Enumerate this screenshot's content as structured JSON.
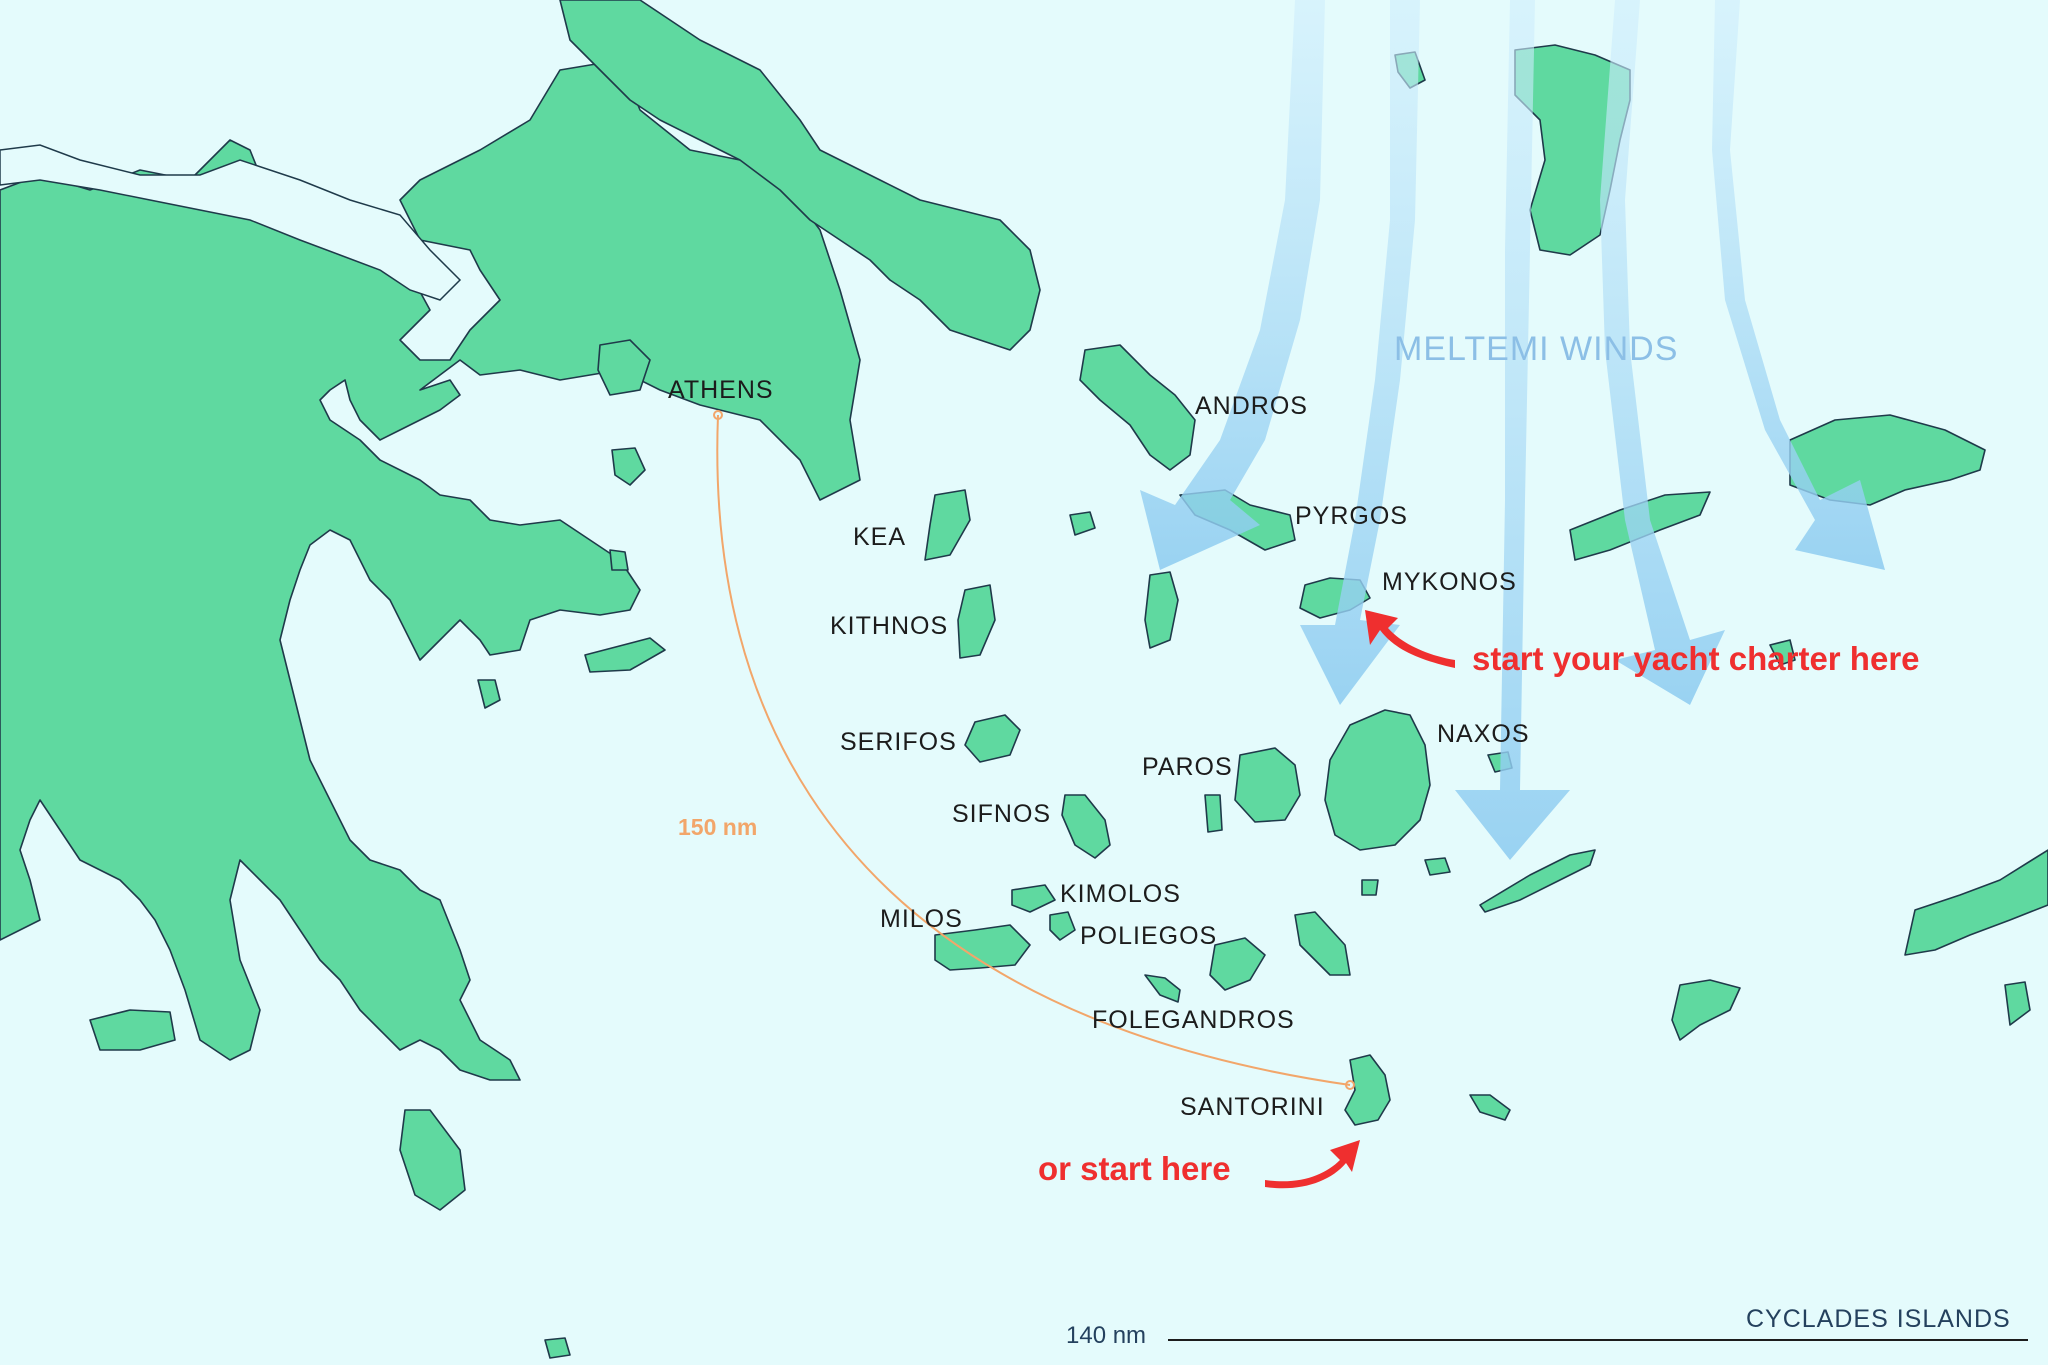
{
  "map": {
    "title": "CYCLADES ISLANDS",
    "winds_label": "MELTEMI WINDS",
    "route_distance": "150 nm",
    "scale_label": "140 nm",
    "callouts": {
      "primary": "start your yacht charter here",
      "secondary": "or start here"
    },
    "places": {
      "athens": "ATHENS",
      "kea": "KEA",
      "kithnos": "KITHNOS",
      "serifos": "SERIFOS",
      "sifnos": "SIFNOS",
      "milos": "MILOS",
      "kimolos": "KIMOLOS",
      "poliegos": "POLIEGOS",
      "folegandros": "FOLEGANDROS",
      "santorini": "SANTORINI",
      "andros": "ANDROS",
      "pyrgos": "PYRGOS",
      "mykonos": "MYKONOS",
      "paros": "PAROS",
      "naxos": "NAXOS"
    },
    "colors": {
      "sea": "#e4fbfc",
      "land": "#5fd9a0",
      "wind_arrow": "#9fd3f2",
      "callout": "#ef2f2f",
      "route": "#f2a66a",
      "title": "#24415e"
    }
  }
}
